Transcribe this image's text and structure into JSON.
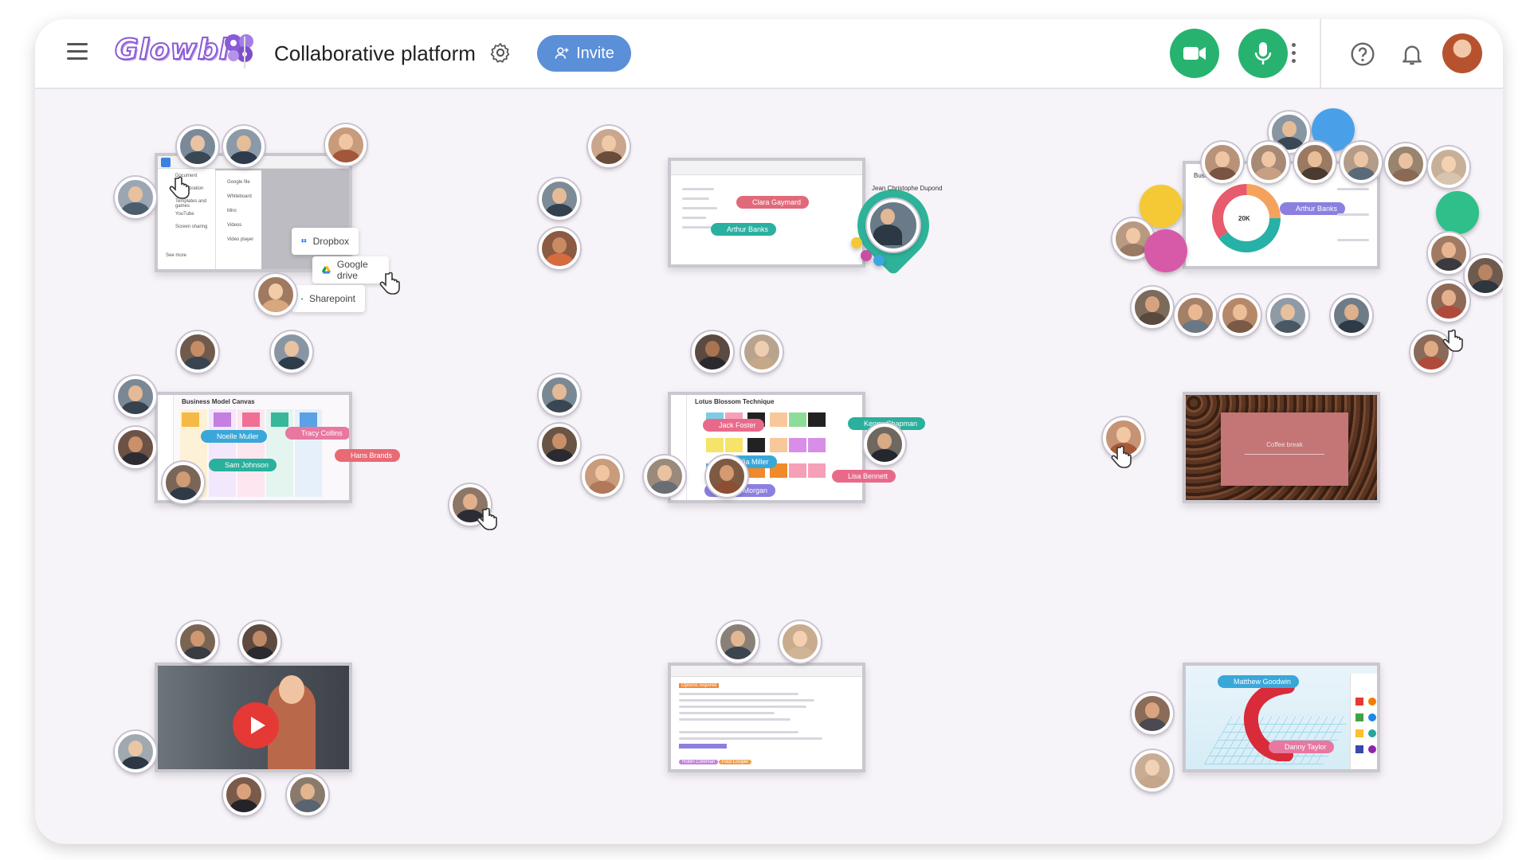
{
  "app": {
    "logo": "Glowbl",
    "title": "Collaborative platform",
    "invite_label": "Invite"
  },
  "colors": {
    "accent": "#5b8fd8",
    "call_green": "#27b36f",
    "brand_purple": "#8a5bd6",
    "canvas": "#f7f4f9"
  },
  "toolbar": {
    "camera_icon": "video-camera-icon",
    "mic_icon": "microphone-icon",
    "help_icon": "help-icon",
    "bell_icon": "bell-icon"
  },
  "tables": {
    "document_menu": {
      "menu_items": [
        "Document",
        "Collaboration team",
        "Templates and games",
        "YouTube",
        "Screen sharing",
        "See more"
      ],
      "submenu_items": [
        "Google file",
        "Whiteboard",
        "Miro",
        "Videos",
        "Video player"
      ],
      "storage_options": [
        "Dropbox",
        "Google drive",
        "Sharepoint"
      ]
    },
    "spreadsheet": {
      "participant_name": "Jean Christophe Dupond",
      "tags": [
        "Clara Gaymard",
        "Arthur Banks"
      ]
    },
    "presentation": {
      "heading": "Business",
      "center_value": "20K",
      "tag": "Arthur Banks"
    },
    "business_canvas": {
      "heading": "Business Model Canvas",
      "tags": [
        "Noelle Muller",
        "Tracy Collins",
        "Hans Brands",
        "Sam Johnson"
      ]
    },
    "lotus": {
      "heading": "Lotus Blossom Technique",
      "tags": [
        "Jack Foster",
        "Kenny Chapman",
        "Julia Miller",
        "Lisa Bennett",
        "Danny Morgan"
      ]
    },
    "coffee": {
      "slide_title": "Coffee break"
    },
    "text_document": {
      "line_highlight": "Options required",
      "footer_tags": [
        "Robin Coleman",
        "Paul Cooper"
      ]
    },
    "model3d": {
      "tags": [
        "Matthew Goodwin",
        "Danny Taylor"
      ]
    }
  }
}
